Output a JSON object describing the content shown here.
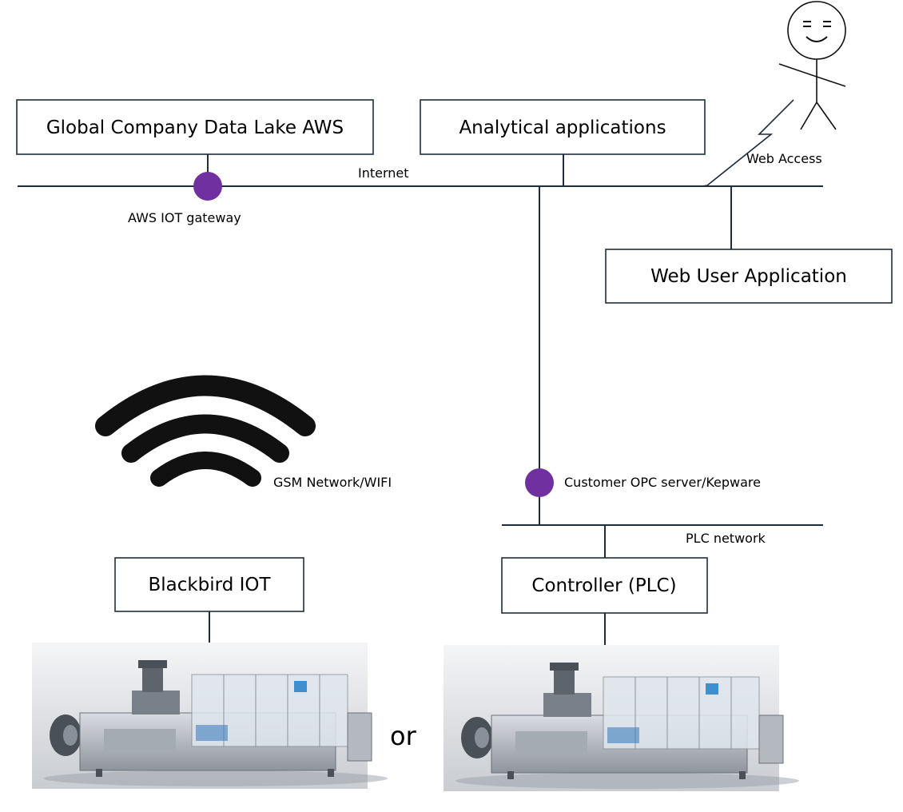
{
  "boxes": {
    "data_lake": "Global Company Data Lake AWS",
    "analytical": "Analytical applications",
    "web_user_app": "Web User Application",
    "blackbird": "Blackbird IOT",
    "controller": "Controller (PLC)"
  },
  "labels": {
    "internet": "Internet",
    "aws_gateway": "AWS IOT gateway",
    "web_access": "Web Access",
    "gsm": "GSM Network/WIFI",
    "opc_server": "Customer OPC server/Kepware",
    "plc_network": "PLC network",
    "or": "or"
  },
  "icons": {
    "user": "stick-figure-user-icon",
    "wifi": "wifi-signal-icon",
    "lightning": "lightning-link-icon",
    "machine": "blister-packaging-machine-image"
  },
  "colors": {
    "node": "#7030a0",
    "lines": "#1f2d3a"
  }
}
